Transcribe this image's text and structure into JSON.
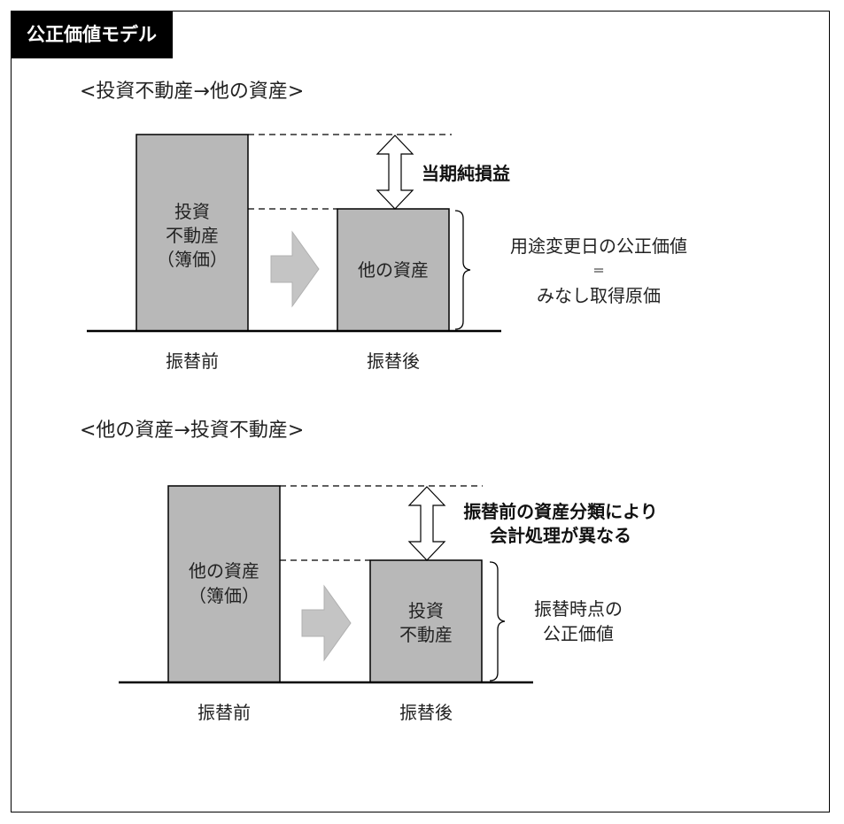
{
  "title": "公正価値モデル",
  "section1": {
    "heading": "<投資不動産→他の資産>",
    "before_box_lines": [
      "投資",
      "不動産",
      "（簿価）"
    ],
    "after_box_label": "他の資産",
    "delta_label": "当期純損益",
    "right_lines": [
      "用途変更日の公正価値",
      "＝",
      "みなし取得原価"
    ],
    "before_caption": "振替前",
    "after_caption": "振替後"
  },
  "section2": {
    "heading": "<他の資産→投資不動産>",
    "before_box_lines": [
      "他の資産",
      "（簿価）"
    ],
    "after_box_lines": [
      "投資",
      "不動産"
    ],
    "delta_lines": [
      "振替前の資産分類により",
      "会計処理が異なる"
    ],
    "right_lines": [
      "振替時点の",
      "公正価値"
    ],
    "before_caption": "振替前",
    "after_caption": "振替後"
  },
  "colors": {
    "box_fill": "#b8b8b8",
    "arrow_fill": "#c4c4c4",
    "title_bg": "#000000",
    "title_text": "#ffffff"
  }
}
